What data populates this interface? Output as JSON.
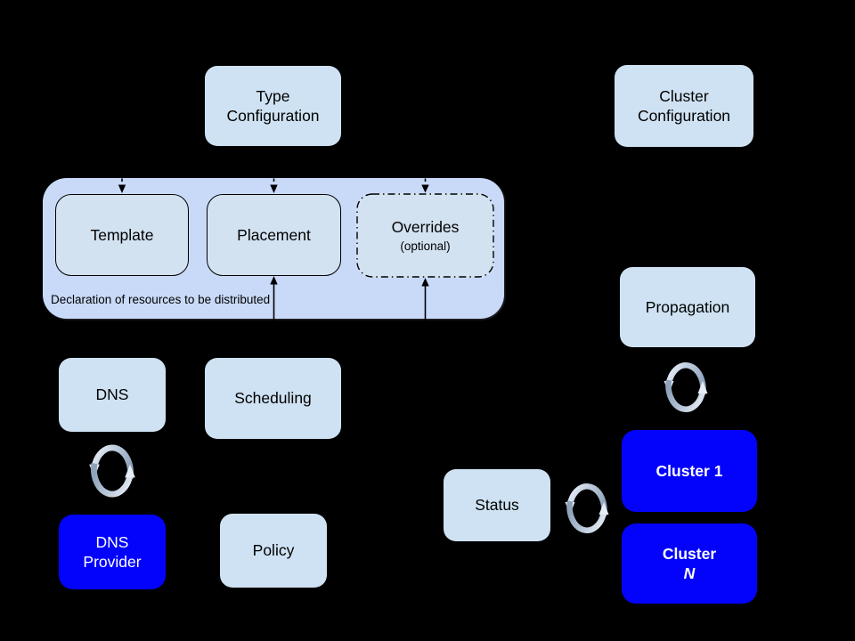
{
  "colors": {
    "background": "#000000",
    "group_fill": "#c9daf8",
    "node_fill": "#cfe2f3",
    "inner_node_fill": "#d3e2f1",
    "cluster_fill": "#0303fc",
    "node_text": "#000000",
    "cluster_text": "#ffffff",
    "connector": "#000000",
    "sync_arrow_light": "#e8eef7",
    "sync_arrow_dark": "#8fa3ba"
  },
  "nodes": {
    "type_configuration": {
      "label": "Type\nConfiguration"
    },
    "cluster_configuration": {
      "label": "Cluster\nConfiguration"
    },
    "declaration_caption": "Declaration of resources to be distributed",
    "template": {
      "label": "Template"
    },
    "placement": {
      "label": "Placement"
    },
    "overrides": {
      "label": "Overrides",
      "sublabel": "(optional)"
    },
    "dns": {
      "label": "DNS"
    },
    "scheduling": {
      "label": "Scheduling"
    },
    "dns_provider": {
      "label": "DNS\nProvider"
    },
    "policy": {
      "label": "Policy"
    },
    "propagation": {
      "label": "Propagation"
    },
    "status": {
      "label": "Status"
    },
    "cluster_1": {
      "label": "Cluster 1"
    },
    "cluster_n": {
      "prefix": "Cluster ",
      "suffix": "N"
    }
  },
  "icons": [
    {
      "name": "sync-icon",
      "meaning": "bidirectional sync between DNS and DNS Provider"
    },
    {
      "name": "sync-icon",
      "meaning": "bidirectional sync between Propagation and clusters"
    },
    {
      "name": "sync-icon",
      "meaning": "bidirectional sync between Status and clusters"
    }
  ],
  "edges": [
    {
      "from": "Type Configuration",
      "to": "Template",
      "style": "dashed-arrow-down"
    },
    {
      "from": "Type Configuration",
      "to": "Placement",
      "style": "dashed-arrow-down"
    },
    {
      "from": "Type Configuration",
      "to": "Overrides",
      "style": "dashed-arrow-down"
    },
    {
      "from": "below (hidden on black background)",
      "to": "Placement",
      "style": "solid-arrow-up"
    },
    {
      "from": "below (hidden on black background)",
      "to": "Overrides",
      "style": "solid-arrow-up"
    },
    {
      "from": "DNS",
      "to": "DNS Provider",
      "style": "sync-cycle"
    },
    {
      "from": "Propagation",
      "to": "Cluster 1",
      "style": "sync-cycle"
    },
    {
      "from": "Status",
      "to": "Cluster 1 / Cluster N",
      "style": "sync-cycle"
    }
  ]
}
